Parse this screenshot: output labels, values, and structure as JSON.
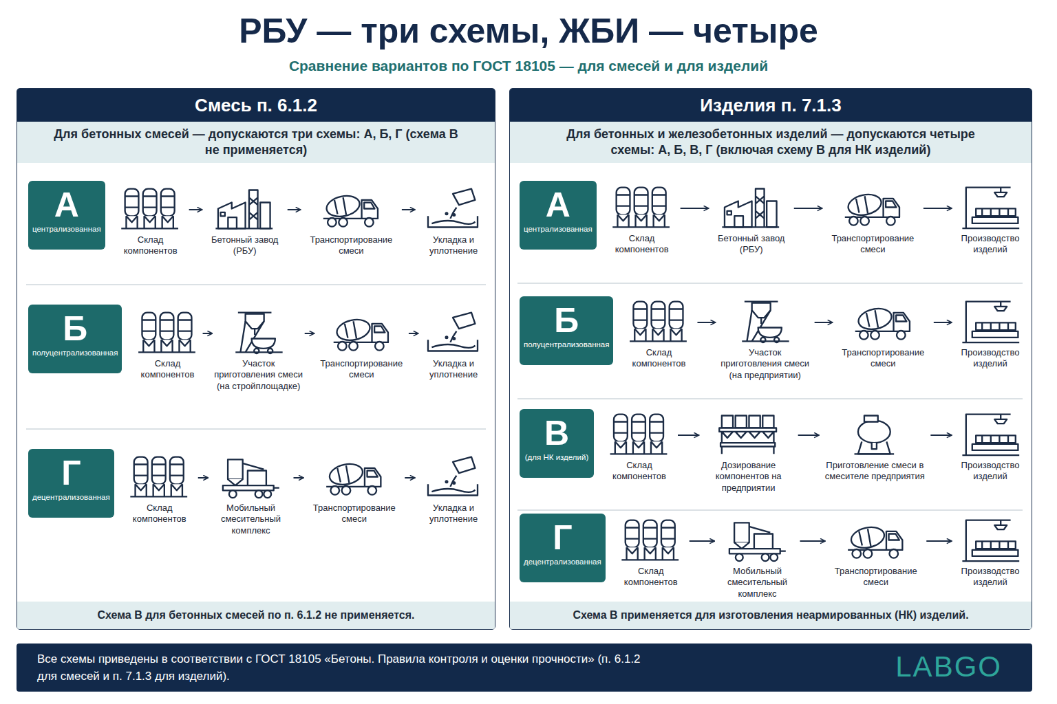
{
  "diagram": {
    "title": "РБУ — три схемы, ЖБИ — четыре",
    "nodes": [
      {
        "text": [
          "Смесь п. 6.1.2",
          "Для бетонных смесей — допускаются три схемы: А, Б, Г (схема В не применяется)",
          "Схема В для бетонных смесей по п. 6.1.2 не применяется."
        ]
      },
      {
        "text": [
          "А",
          "централизованная"
        ],
        "in": 0
      },
      {
        "text": [
          "Склад компонентов"
        ],
        "in": 0
      },
      {
        "text": [
          "Бетонный завод (РБУ)"
        ],
        "in": 0
      },
      {
        "text": [
          "Транспортирование смеси"
        ],
        "in": 0
      },
      {
        "text": [
          "Укладка и уплотнение"
        ],
        "in": 0
      },
      {
        "text": [
          "Б",
          "полуцентрализованная"
        ],
        "in": 0
      },
      {
        "text": [
          "Склад компонентов"
        ],
        "in": 0
      },
      {
        "text": [
          "Участок приготовления смеси (на стройплощадке)"
        ],
        "in": 0
      },
      {
        "text": [
          "Транспортирование смеси"
        ],
        "in": 0
      },
      {
        "text": [
          "Укладка и уплотнение"
        ],
        "in": 0
      },
      {
        "text": [
          "Г",
          "децентрализованная"
        ],
        "in": 0
      },
      {
        "text": [
          "Склад компонентов"
        ],
        "in": 0
      },
      {
        "text": [
          "Мобильный смесительный комплекс"
        ],
        "in": 0
      },
      {
        "text": [
          "Транспортирование смеси"
        ],
        "in": 0
      },
      {
        "text": [
          "Укладка и уплотнение"
        ],
        "in": 0
      },
      {
        "text": [
          "Изделия п. 7.1.3",
          "Для бетонных и железобетонных изделий — допускаются четыре схемы: А, Б, В, Г (включая схему В для НК изделий)",
          "Схема В применяется для изготовления неармированных (НК) изделий."
        ]
      },
      {
        "text": [
          "А",
          "централизованная"
        ],
        "in": 16
      },
      {
        "text": [
          "Склад компонентов"
        ],
        "in": 16
      },
      {
        "text": [
          "Бетонный завод (РБУ)"
        ],
        "in": 16
      },
      {
        "text": [
          "Транспортирование смеси"
        ],
        "in": 16
      },
      {
        "text": [
          "Производство изделий"
        ],
        "in": 16
      },
      {
        "text": [
          "Б",
          "полуцентрализованная"
        ],
        "in": 16
      },
      {
        "text": [
          "Склад компонентов"
        ],
        "in": 16
      },
      {
        "text": [
          "Участок приготовления смеси (на предприятии)"
        ],
        "in": 16
      },
      {
        "text": [
          "Транспортирование смеси"
        ],
        "in": 16
      },
      {
        "text": [
          "Производство изделий"
        ],
        "in": 16
      },
      {
        "text": [
          "В",
          "(для НК изделий)"
        ],
        "in": 16
      },
      {
        "text": [
          "Склад компонентов"
        ],
        "in": 16
      },
      {
        "text": [
          "Дозирование компонентов на предприятии"
        ],
        "in": 16
      },
      {
        "text": [
          "Приготовление смеси в смесителе предприятия"
        ],
        "in": 16
      },
      {
        "text": [
          "Производство изделий"
        ],
        "in": 16
      },
      {
        "text": [
          "Г",
          "децентрализованная"
        ],
        "in": 16
      },
      {
        "text": [
          "Склад компонентов"
        ],
        "in": 16
      },
      {
        "text": [
          "Мобильный смесительный комплекс"
        ],
        "in": 16
      },
      {
        "text": [
          "Транспортирование смеси"
        ],
        "in": 16
      },
      {
        "text": [
          "Производство изделий"
        ],
        "in": 16
      },
      {
        "text": [
          "Все схемы приведены в соответствии с ГОСТ 18105 «Бетоны. Правила контроля и оценки прочности» (п. 6.1.2 для смесей и п. 7.1.3 для изделий).",
          "LABGO"
        ]
      }
    ],
    "edges": [
      {
        "from": 2,
        "to": 3,
        "arrow": "to"
      },
      {
        "from": 3,
        "to": 4,
        "arrow": "to"
      },
      {
        "from": 4,
        "to": 5,
        "arrow": "to"
      },
      {
        "from": 7,
        "to": 8,
        "arrow": "to"
      },
      {
        "from": 8,
        "to": 9,
        "arrow": "to"
      },
      {
        "from": 9,
        "to": 10,
        "arrow": "to"
      },
      {
        "from": 12,
        "to": 13,
        "arrow": "to"
      },
      {
        "from": 13,
        "to": 14,
        "arrow": "to"
      },
      {
        "from": 14,
        "to": 15,
        "arrow": "to"
      },
      {
        "from": 18,
        "to": 19,
        "arrow": "to"
      },
      {
        "from": 19,
        "to": 20,
        "arrow": "to"
      },
      {
        "from": 20,
        "to": 21,
        "arrow": "to"
      },
      {
        "from": 23,
        "to": 24,
        "arrow": "to"
      },
      {
        "from": 24,
        "to": 25,
        "arrow": "to"
      },
      {
        "from": 25,
        "to": 26,
        "arrow": "to"
      },
      {
        "from": 28,
        "to": 29,
        "arrow": "to"
      },
      {
        "from": 29,
        "to": 30,
        "arrow": "to"
      },
      {
        "from": 30,
        "to": 31,
        "arrow": "to"
      },
      {
        "from": 33,
        "to": 34,
        "arrow": "to"
      },
      {
        "from": 34,
        "to": 35,
        "arrow": "to"
      },
      {
        "from": 35,
        "to": 36,
        "arrow": "to"
      }
    ],
    "labels": [
      "Сравнение вариантов по ГОСТ 18105 — для смесей и для изделий"
    ]
  }
}
